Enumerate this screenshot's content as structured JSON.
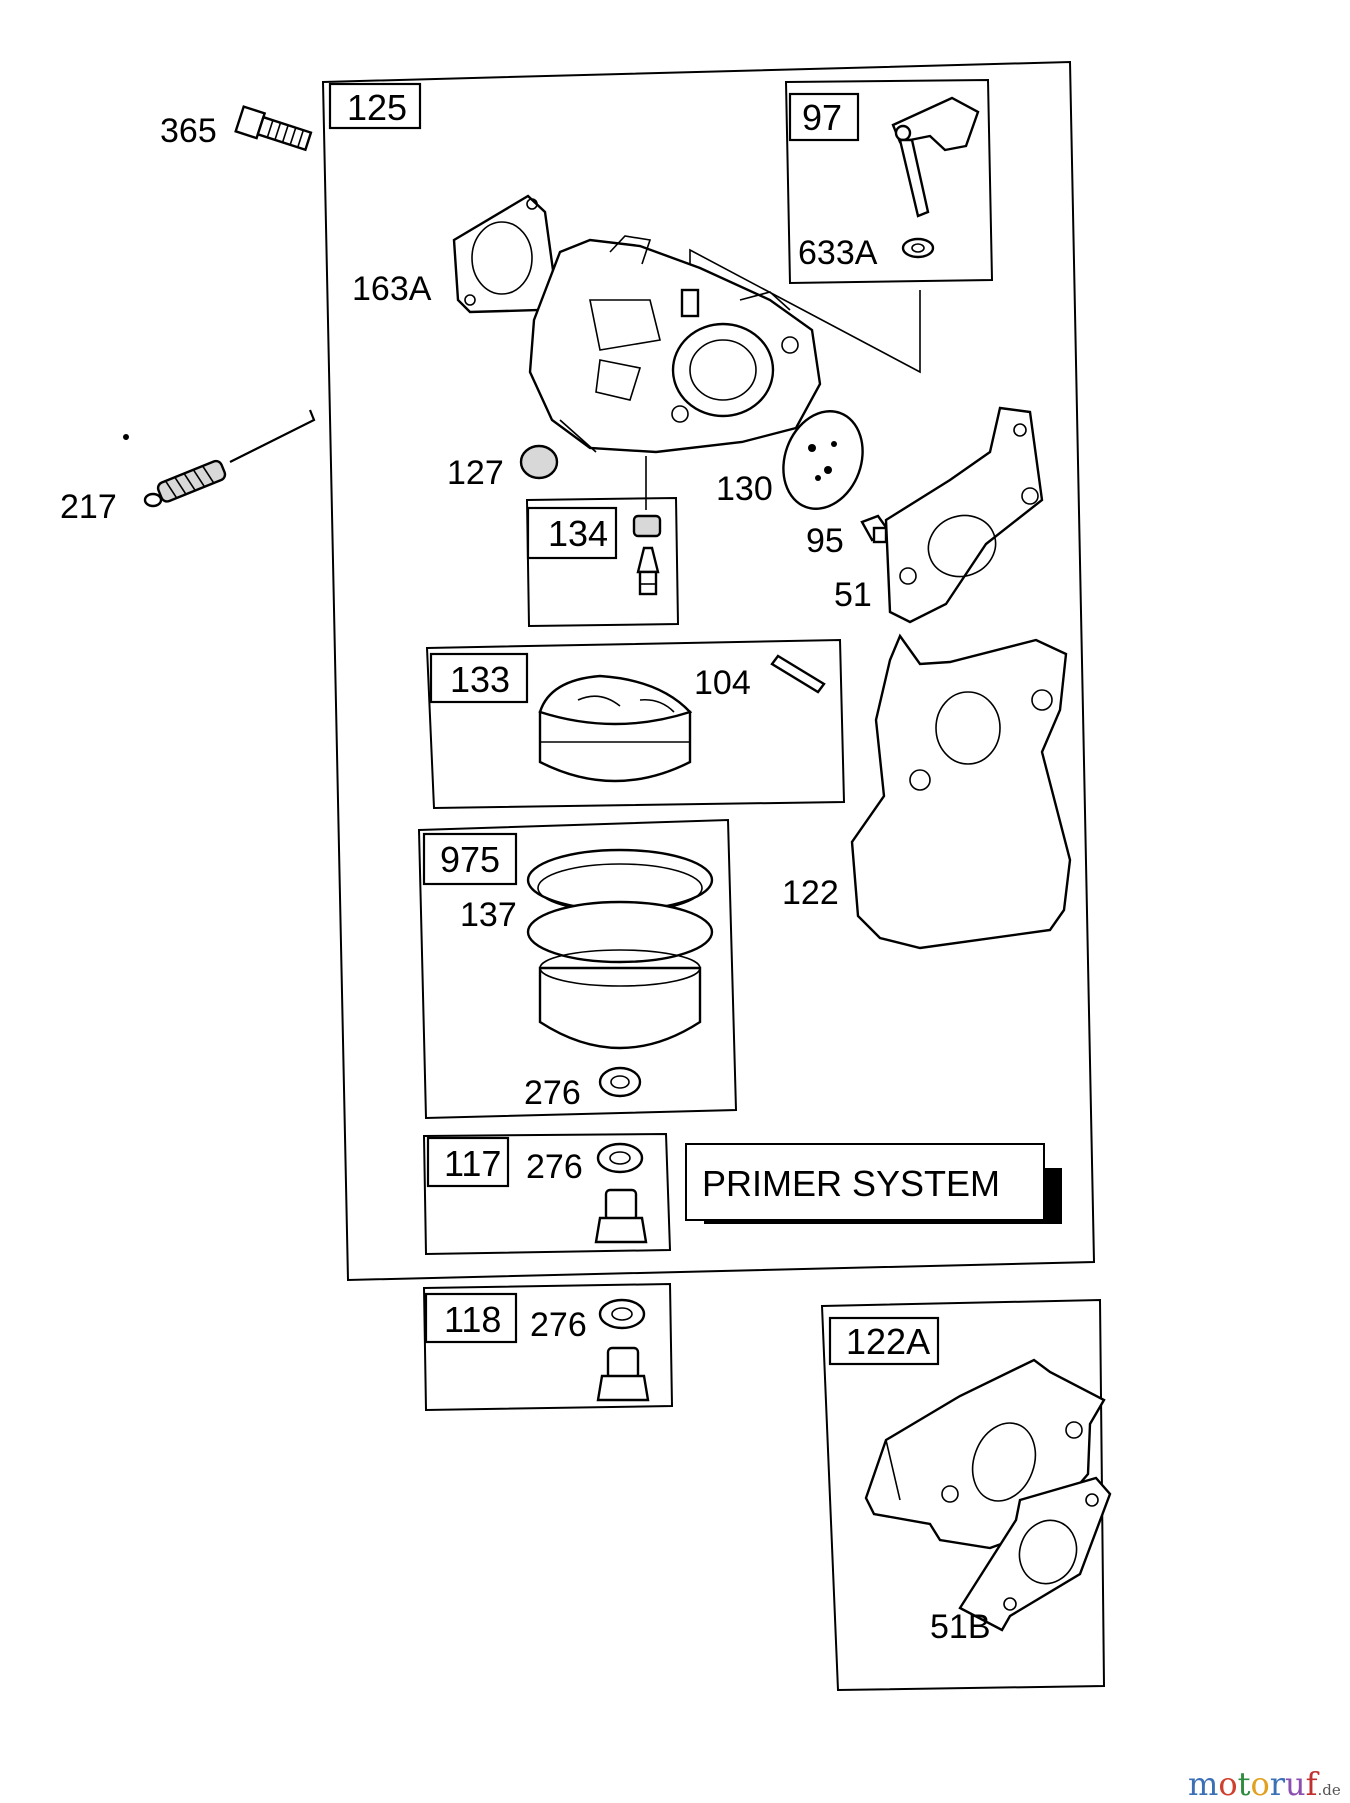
{
  "callouts": {
    "p365": "365",
    "p217": "217",
    "p125": "125",
    "p97": "97",
    "p633a": "633A",
    "p163a": "163A",
    "p127": "127",
    "p130": "130",
    "p134": "134",
    "p95": "95",
    "p51": "51",
    "p133": "133",
    "p104": "104",
    "p975": "975",
    "p137": "137",
    "p122": "122",
    "p276_a": "276",
    "p117": "117",
    "p276_b": "276",
    "p118": "118",
    "p276_c": "276",
    "p122a": "122A",
    "p51b": "51B"
  },
  "primer_label": "PRIMER SYSTEM",
  "watermark": {
    "letters": [
      "m",
      "o",
      "t",
      "o",
      "r",
      "u",
      "f"
    ],
    "domain": ".de"
  }
}
